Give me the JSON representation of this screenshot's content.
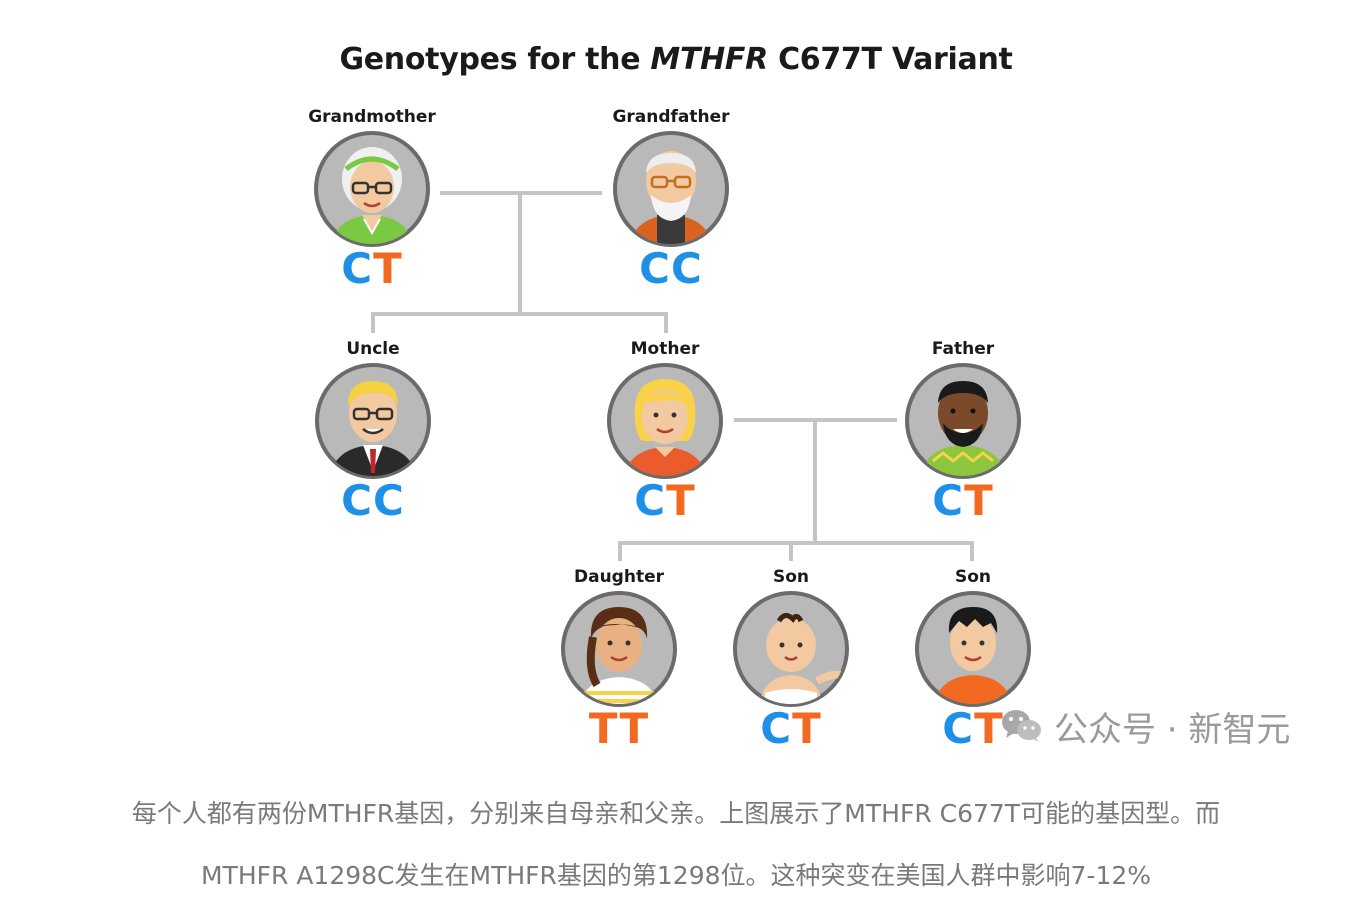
{
  "title": {
    "pre": "Genotypes for the ",
    "gene": "MTHFR",
    "post": " C677T Variant"
  },
  "people": [
    {
      "id": "grandmother",
      "label": "Grandmother",
      "genotype": [
        "C",
        "T"
      ]
    },
    {
      "id": "grandfather",
      "label": "Grandfather",
      "genotype": [
        "C",
        "C"
      ]
    },
    {
      "id": "uncle",
      "label": "Uncle",
      "genotype": [
        "C",
        "C"
      ]
    },
    {
      "id": "mother",
      "label": "Mother",
      "genotype": [
        "C",
        "T"
      ]
    },
    {
      "id": "father",
      "label": "Father",
      "genotype": [
        "C",
        "T"
      ]
    },
    {
      "id": "daughter",
      "label": "Daughter",
      "genotype": [
        "T",
        "T"
      ]
    },
    {
      "id": "son1",
      "label": "Son",
      "genotype": [
        "C",
        "T"
      ]
    },
    {
      "id": "son2",
      "label": "Son",
      "genotype": [
        "C",
        "T"
      ]
    }
  ],
  "colors": {
    "C": "#1e90e8",
    "T": "#f26a21",
    "line": "#c4c4c4",
    "avatar_bg": "#b9b9b9",
    "avatar_ring": "#6b6b6b"
  },
  "watermark": {
    "icon": "wechat-icon",
    "text": "公众号 · 新智元"
  },
  "caption": {
    "line1": "每个人都有两份MTHFR基因，分别来自母亲和父亲。上图展示了MTHFR C677T可能的基因型。而",
    "line2": "MTHFR A1298C发生在MTHFR基因的第1298位。这种突变在美国人群中影响7-12%"
  }
}
